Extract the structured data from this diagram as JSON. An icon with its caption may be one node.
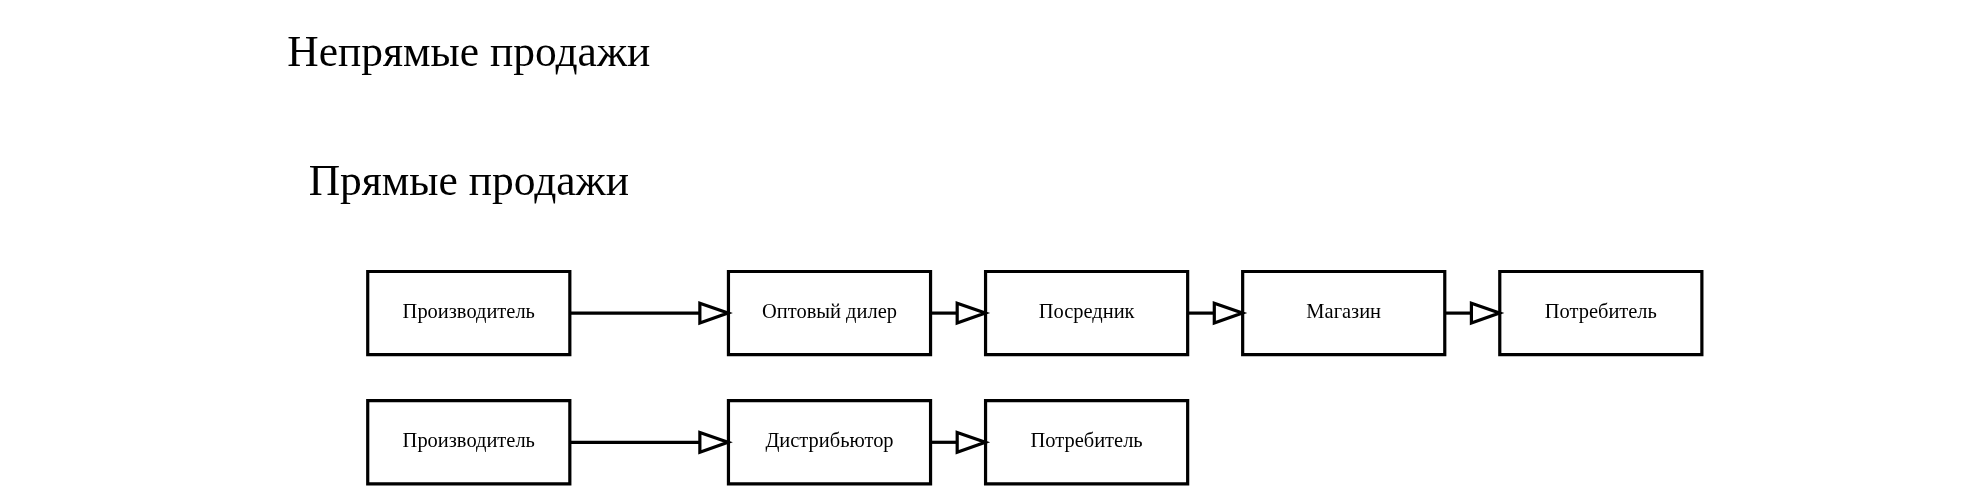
{
  "diagram": {
    "nodes": [
      {
        "text": [
          "Производитель"
        ]
      },
      {
        "text": [
          "Дистрибьютор"
        ]
      },
      {
        "text": [
          "Потребитель"
        ]
      },
      {
        "text": [
          "Производитель"
        ]
      },
      {
        "text": [
          "Оптовый дилер"
        ]
      },
      {
        "text": [
          "Посредник"
        ]
      },
      {
        "text": [
          "Магазин"
        ]
      },
      {
        "text": [
          "Потребитель"
        ]
      }
    ],
    "edges": [
      {
        "from": 0,
        "to": 1,
        "arrow": "to"
      },
      {
        "from": 1,
        "to": 2,
        "arrow": "to"
      },
      {
        "from": 3,
        "to": 4,
        "arrow": "to"
      },
      {
        "from": 4,
        "to": 5,
        "arrow": "to"
      },
      {
        "from": 5,
        "to": 6,
        "arrow": "to"
      },
      {
        "from": 6,
        "to": 7,
        "arrow": "to"
      }
    ],
    "labels": [
      "Прямые продажи",
      "Непрямые продажи"
    ]
  }
}
